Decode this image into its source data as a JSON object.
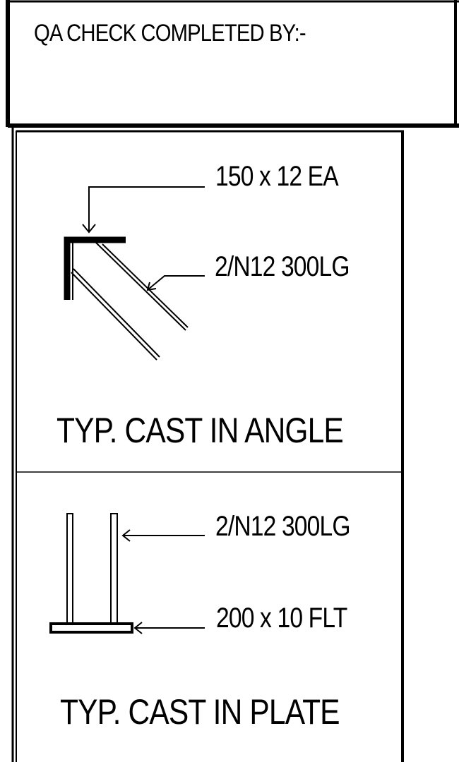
{
  "qa_title": "QA CHECK COMPLETED BY:-",
  "angle_detail": {
    "section_label": "150 x 12 EA",
    "bar_label": "2/N12 300LG",
    "caption": "TYP. CAST IN ANGLE"
  },
  "plate_detail": {
    "bar_label": "2/N12 300LG",
    "flat_label": "200 x 10 FLT",
    "caption": "TYP. CAST IN PLATE"
  }
}
